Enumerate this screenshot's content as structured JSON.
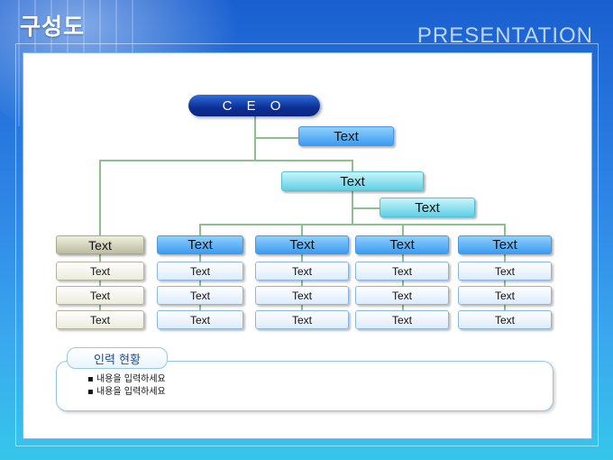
{
  "header": {
    "title": "구성도",
    "subtitle": "PRESENTATION"
  },
  "org": {
    "ceo": "C E O",
    "assistant": "Text",
    "division": "Text",
    "division_sub": "Text",
    "columns": [
      {
        "head": "Text",
        "items": [
          "Text",
          "Text",
          "Text"
        ]
      },
      {
        "head": "Text",
        "items": [
          "Text",
          "Text",
          "Text"
        ]
      },
      {
        "head": "Text",
        "items": [
          "Text",
          "Text",
          "Text"
        ]
      },
      {
        "head": "Text",
        "items": [
          "Text",
          "Text",
          "Text"
        ]
      },
      {
        "head": "Text",
        "items": [
          "Text",
          "Text",
          "Text"
        ]
      }
    ]
  },
  "note": {
    "tab": "인력 현황",
    "bullets": [
      "내용을 입력하세요",
      "내용을 입력하세요"
    ]
  }
}
